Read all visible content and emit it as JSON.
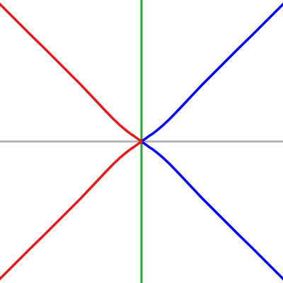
{
  "chart_data": {
    "type": "line",
    "title": "",
    "xlabel": "",
    "ylabel": "",
    "xlim": [
      -4,
      4
    ],
    "ylim": [
      -4,
      4
    ],
    "grid": false,
    "axes": {
      "x_axis_color": "#b3b3b3",
      "y_axis_color": "#2ca02c"
    },
    "series": [
      {
        "color": "#0000ff",
        "x": [
          4.12,
          3.82,
          3.47,
          3.12,
          2.76,
          2.41,
          2.06,
          1.71,
          1.38,
          1.07,
          0.81,
          0.62,
          0.48,
          0.38,
          0.3,
          0.22,
          0.14,
          0.07,
          0.03,
          0.01,
          0.0,
          0.01,
          0.03,
          0.07,
          0.14,
          0.22,
          0.3,
          0.38,
          0.48,
          0.62,
          0.81,
          1.07,
          1.38,
          1.71,
          2.06,
          2.41,
          2.76,
          3.12,
          3.47,
          3.82,
          4.12
        ],
        "y": [
          4.0,
          3.7,
          3.35,
          3.0,
          2.65,
          2.3,
          1.95,
          1.6,
          1.25,
          0.92,
          0.65,
          0.47,
          0.35,
          0.27,
          0.21,
          0.16,
          0.1,
          0.05,
          0.025,
          0.01,
          0.0,
          -0.01,
          -0.025,
          -0.05,
          -0.1,
          -0.16,
          -0.21,
          -0.27,
          -0.35,
          -0.47,
          -0.65,
          -0.92,
          -1.25,
          -1.6,
          -1.95,
          -2.3,
          -2.65,
          -3.0,
          -3.35,
          -3.7,
          -4.0
        ]
      },
      {
        "color": "#e31a1c",
        "x": [
          -4.12,
          -3.82,
          -3.47,
          -3.12,
          -2.76,
          -2.41,
          -2.06,
          -1.71,
          -1.38,
          -1.07,
          -0.81,
          -0.62,
          -0.48,
          -0.38,
          -0.3,
          -0.22,
          -0.14,
          -0.07,
          -0.03,
          -0.01,
          0.0,
          -0.01,
          -0.03,
          -0.07,
          -0.14,
          -0.22,
          -0.3,
          -0.38,
          -0.48,
          -0.62,
          -0.81,
          -1.07,
          -1.38,
          -1.71,
          -2.06,
          -2.41,
          -2.76,
          -3.12,
          -3.47,
          -3.82,
          -4.12
        ],
        "y": [
          4.0,
          3.7,
          3.35,
          3.0,
          2.65,
          2.3,
          1.95,
          1.6,
          1.25,
          0.92,
          0.65,
          0.47,
          0.35,
          0.27,
          0.21,
          0.16,
          0.1,
          0.05,
          0.025,
          0.01,
          0.0,
          -0.01,
          -0.025,
          -0.05,
          -0.1,
          -0.16,
          -0.21,
          -0.27,
          -0.35,
          -0.47,
          -0.65,
          -0.92,
          -1.25,
          -1.6,
          -1.95,
          -2.3,
          -2.65,
          -3.0,
          -3.35,
          -3.7,
          -4.0
        ]
      }
    ]
  }
}
